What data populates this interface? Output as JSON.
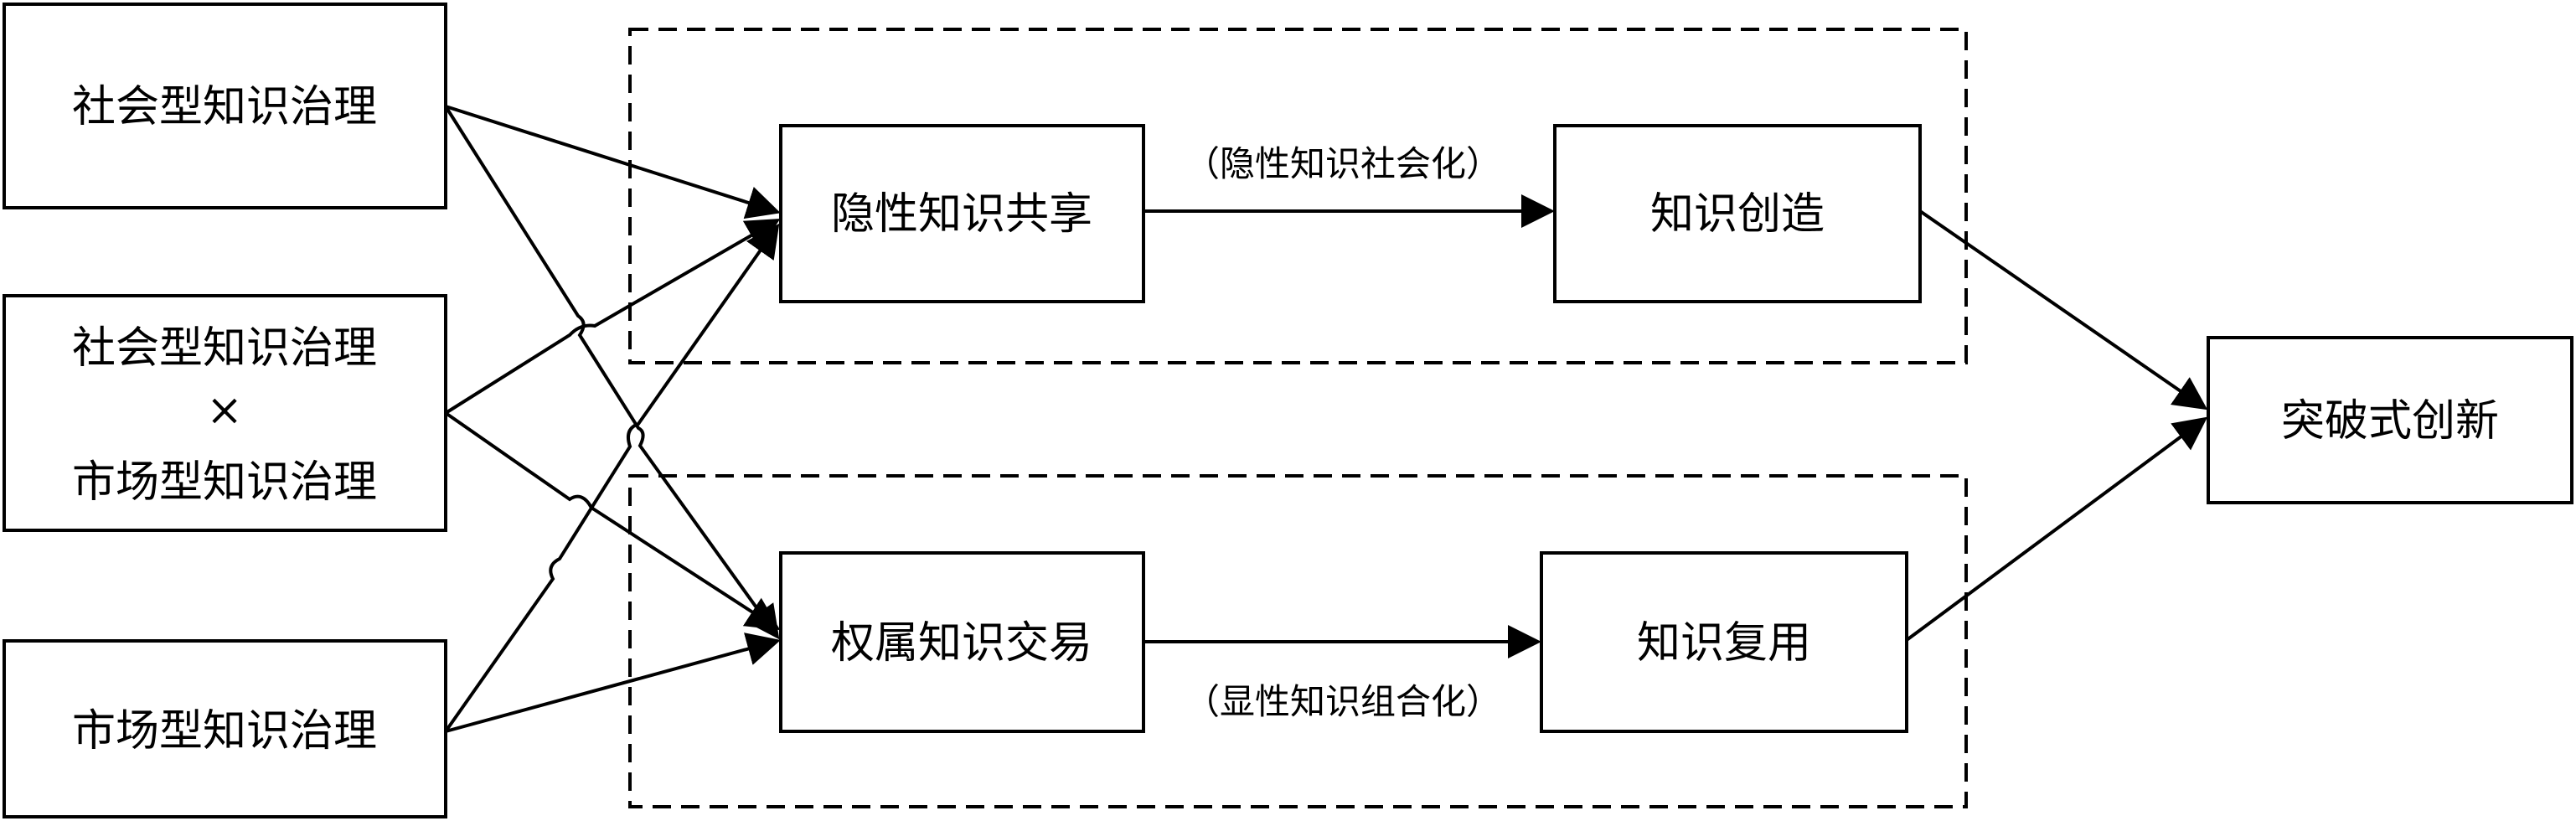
{
  "nodes": {
    "social_governance": {
      "label": "社会型知识治理"
    },
    "interaction_governance": {
      "line1": "社会型知识治理",
      "operator": "×",
      "line2": "市场型知识治理"
    },
    "market_governance": {
      "label": "市场型知识治理"
    },
    "tacit_knowledge_sharing": {
      "label": "隐性知识共享"
    },
    "knowledge_creation": {
      "label": "知识创造"
    },
    "property_knowledge_trading": {
      "label": "权属知识交易"
    },
    "knowledge_reuse": {
      "label": "知识复用"
    },
    "breakthrough_innovation": {
      "label": "突破式创新"
    }
  },
  "edges": {
    "tacit_socialization": {
      "label": "（隐性知识社会化）"
    },
    "explicit_combination": {
      "label": "（显性知识组合化）"
    }
  }
}
